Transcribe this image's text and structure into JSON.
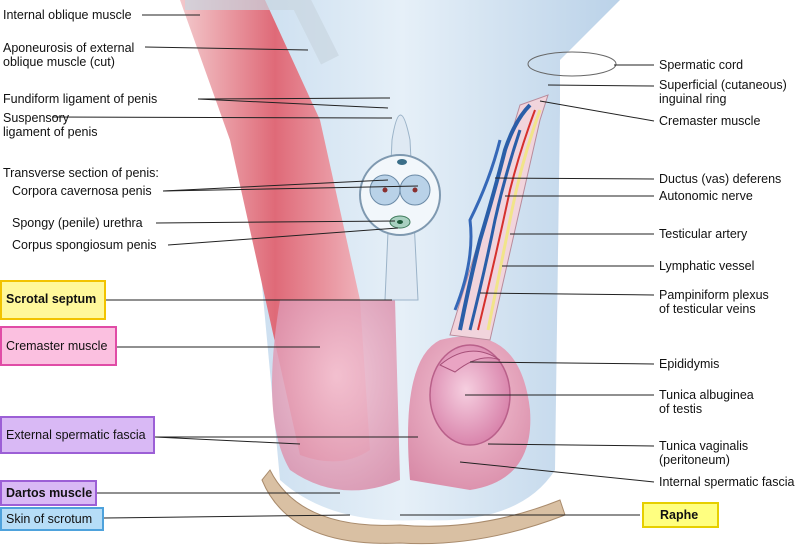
{
  "labels_left": {
    "internal_oblique": "Internal oblique muscle",
    "aponeurosis_1": "Aponeurosis of external",
    "aponeurosis_2": "oblique muscle (cut)",
    "fundiform": "Fundiform ligament of penis",
    "suspensory_1": "Suspensory",
    "suspensory_2": "ligament of penis",
    "transverse_section": "Transverse section of penis:",
    "corpora_cavernosa": "Corpora cavernosa penis",
    "spongy_urethra": "Spongy (penile) urethra",
    "corpus_spongiosum": "Corpus spongiosum penis"
  },
  "highlighted_left": {
    "scrotal_septum": "Scrotal septum",
    "cremaster": "Cremaster muscle",
    "external_spermatic_fascia": "External spermatic fascia",
    "dartos": "Dartos muscle",
    "skin_of_scrotum": "Skin of scrotum"
  },
  "labels_right": {
    "spermatic_cord": "Spermatic cord",
    "superficial_ring_1": "Superficial (cutaneous)",
    "superficial_ring_2": "inguinal ring",
    "cremaster_muscle": "Cremaster muscle",
    "ductus_deferens": "Ductus (vas) deferens",
    "autonomic_nerve": "Autonomic nerve",
    "testicular_artery": "Testicular artery",
    "lymphatic_vessel": "Lymphatic vessel",
    "pampiniform_1": "Pampiniform plexus",
    "pampiniform_2": "of testicular veins",
    "epididymis": "Epididymis",
    "tunica_albuginea_1": "Tunica albuginea",
    "tunica_albuginea_2": "of testis",
    "tunica_vaginalis_1": "Tunica vaginalis",
    "tunica_vaginalis_2": "(peritoneum)",
    "internal_spermatic_fascia": "Internal spermatic fascia"
  },
  "highlighted_right": {
    "raphe": "Raphe"
  },
  "colors": {
    "yellow_box": "#fff89a",
    "pink_box": "#fbc0e0",
    "purple_box": "#d9b9f5",
    "blue_box": "#b6ddf7",
    "muscle_red": "#e0707a",
    "fascia_blue": "#c9dcec",
    "testis_pink": "#e8a6c0",
    "vein_blue": "#2a5ea8",
    "artery_red": "#d6302c"
  }
}
